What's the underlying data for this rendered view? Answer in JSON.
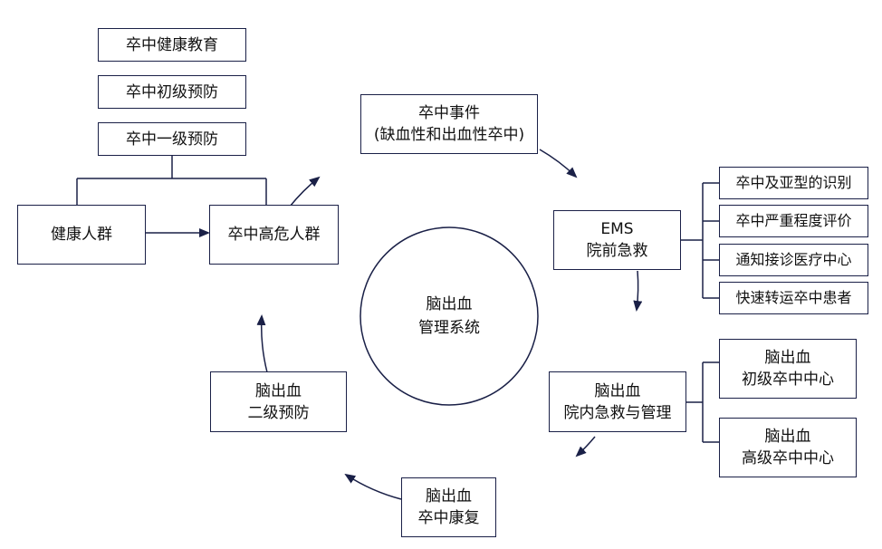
{
  "colors": {
    "stroke": "#1a2047",
    "text": "#111111",
    "background": "#ffffff"
  },
  "prevention": {
    "items": [
      "卒中健康教育",
      "卒中初级预防",
      "卒中一级预防"
    ]
  },
  "healthy_population": "健康人群",
  "high_risk_population": "卒中高危人群",
  "stroke_event": {
    "line1": "卒中事件",
    "line2": "(缺血性和出血性卒中)"
  },
  "ems": {
    "line1": "EMS",
    "line2": "院前急救"
  },
  "ems_tasks": [
    "卒中及亚型的识别",
    "卒中严重程度评价",
    "通知接诊医疗中心",
    "快速转运卒中患者"
  ],
  "in_hospital": {
    "line1": "脑出血",
    "line2": "院内急救与管理"
  },
  "centers": [
    {
      "line1": "脑出血",
      "line2": "初级卒中中心"
    },
    {
      "line1": "脑出血",
      "line2": "高级卒中中心"
    }
  ],
  "rehab": {
    "line1": "脑出血",
    "line2": "卒中康复"
  },
  "secondary_prevention": {
    "line1": "脑出血",
    "line2": "二级预防"
  },
  "center_circle": {
    "line1": "脑出血",
    "line2": "管理系统"
  }
}
